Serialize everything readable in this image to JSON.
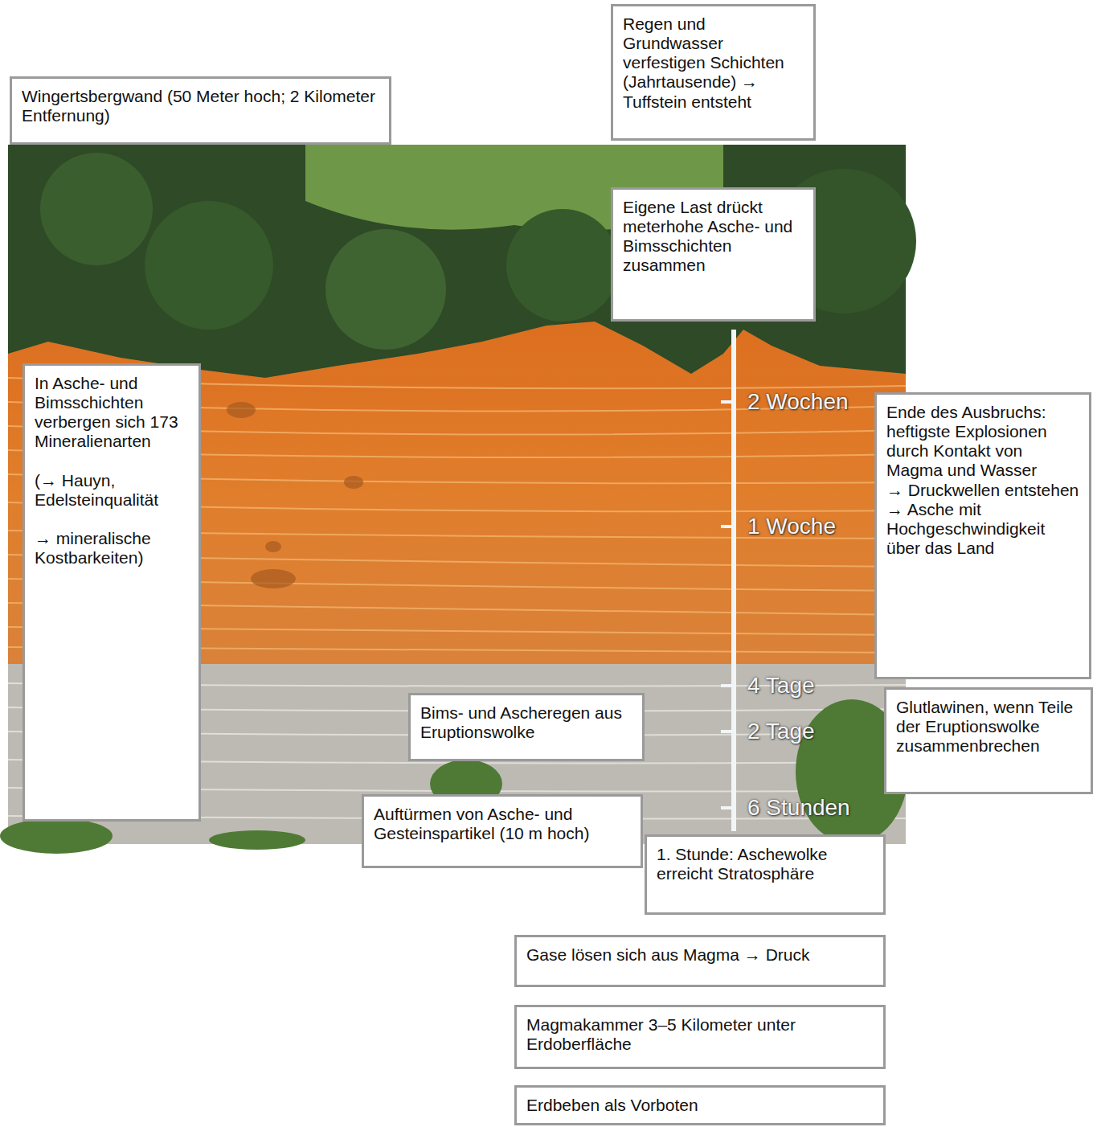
{
  "diagram": {
    "nodes": [
      {
        "text": [
          "Regen und Grundwasser verfestigen Schichten (Jahrtausende) → Tuffstein entsteht"
        ]
      },
      {
        "text": [
          "Wingertsbergwand (50 Meter hoch; 2 Kilometer Entfernung)"
        ]
      },
      {
        "text": [
          "Eigene Last drückt meterhohe Asche- und Bimsschichten zusammen"
        ]
      },
      {
        "text": [
          "In Asche- und Bimsschichten verbergen sich 173 Mineralienarten",
          "(→ Hauyn, Edelsteinqualität",
          "→ mineralische Kostbarkeiten)"
        ]
      },
      {
        "text": [
          "Ende des Ausbruchs: heftigste Explosionen durch Kontakt von Magma und Wasser",
          "→ Druckwellen entstehen",
          "→ Asche mit Hochgeschwindigkeit über das Land"
        ]
      },
      {
        "text": [
          "Glutlawinen, wenn Teile der Eruptionswolke zusammenbrechen"
        ]
      },
      {
        "text": [
          "Bims- und Ascheregen aus Eruptionswolke"
        ]
      },
      {
        "text": [
          "Auftürmen von Asche- und Gesteinspartikel (10 m hoch)"
        ]
      },
      {
        "text": [
          "1. Stunde: Aschewolke erreicht Stratosphäre"
        ]
      },
      {
        "text": [
          "Gase lösen sich aus Magma → Druck"
        ]
      },
      {
        "text": [
          "Magmakammer 3–5 Kilometer unter Erdoberfläche"
        ]
      },
      {
        "text": [
          "Erdbeben als Vorboten"
        ]
      }
    ],
    "labels": [
      "2 Wochen",
      "1 Woche",
      "4 Tage",
      "2 Tage",
      "6 Stunden"
    ]
  }
}
